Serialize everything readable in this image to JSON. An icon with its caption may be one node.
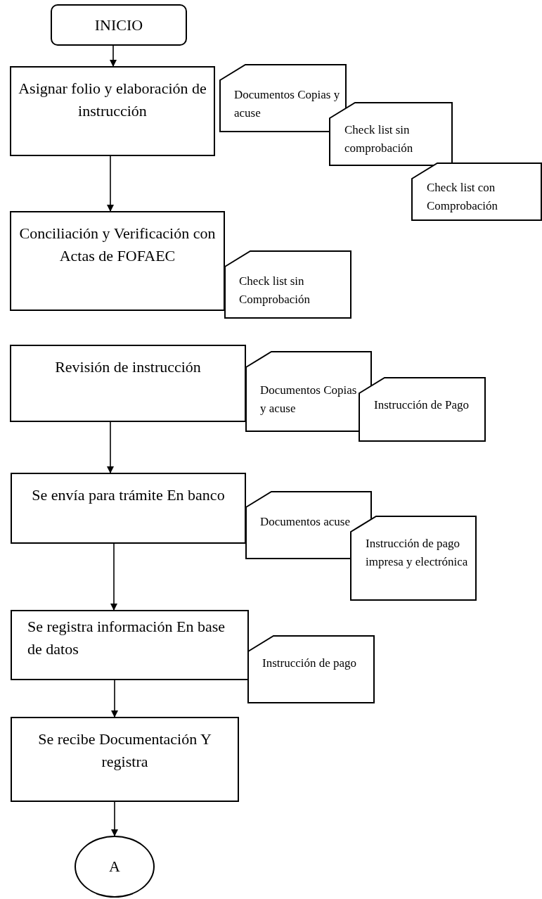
{
  "diagram": {
    "nodes": [
      {
        "text": [
          "INICIO"
        ]
      },
      {
        "text": [
          "Asignar folio y elaboración de instrucción"
        ]
      },
      {
        "text": [
          "Documentos Copias y acuse"
        ]
      },
      {
        "text": [
          "Check list sin comprobación"
        ]
      },
      {
        "text": [
          "Check list con Comprobación"
        ]
      },
      {
        "text": [
          "Conciliación y Verificación con Actas de FOFAEC"
        ]
      },
      {
        "text": [
          "Check list sin Comprobación"
        ]
      },
      {
        "text": [
          "Revisión de instrucción"
        ]
      },
      {
        "text": [
          "Documentos Copias y acuse"
        ]
      },
      {
        "text": [
          "Instrucción de Pago"
        ]
      },
      {
        "text": [
          "Se envía para trámite En banco"
        ]
      },
      {
        "text": [
          "Documentos acuse"
        ]
      },
      {
        "text": [
          "Instrucción de pago impresa y electrónica"
        ]
      },
      {
        "text": [
          "Se registra información En base de datos"
        ]
      },
      {
        "text": [
          "Instrucción de pago"
        ]
      },
      {
        "text": [
          "Se recibe Documentación Y registra"
        ]
      },
      {
        "text": [
          "A"
        ]
      }
    ],
    "edges": [
      {
        "from": 0,
        "to": 1,
        "arrow": "to"
      },
      {
        "from": 1,
        "to": 5,
        "arrow": "to"
      },
      {
        "from": 7,
        "to": 10,
        "arrow": "to"
      },
      {
        "from": 10,
        "to": 13,
        "arrow": "to"
      },
      {
        "from": 13,
        "to": 15,
        "arrow": "to"
      },
      {
        "from": 15,
        "to": 16,
        "arrow": "to"
      }
    ]
  }
}
